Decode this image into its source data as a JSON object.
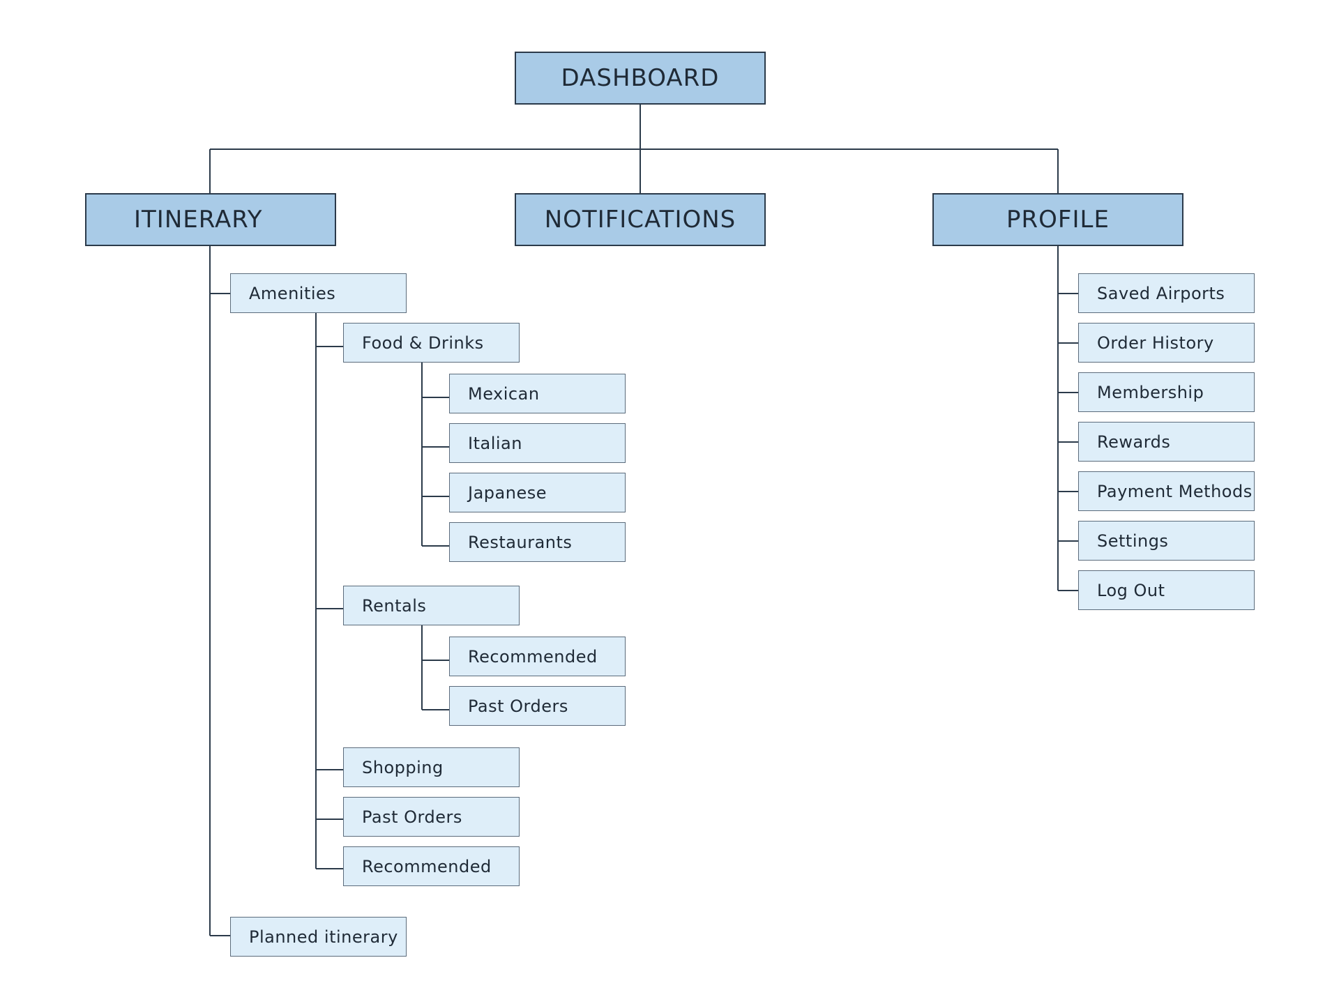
{
  "root": {
    "label": "DASHBOARD"
  },
  "sections": {
    "itinerary": {
      "label": "ITINERARY",
      "amenities": {
        "label": "Amenities",
        "food_drinks": {
          "label": "Food & Drinks",
          "items": [
            "Mexican",
            "Italian",
            "Japanese",
            "Restaurants"
          ]
        },
        "rentals": {
          "label": "Rentals",
          "items": [
            "Recommended",
            "Past Orders"
          ]
        },
        "shopping": "Shopping",
        "past_orders": "Past Orders",
        "recommended": "Recommended"
      },
      "planned_itinerary": "Planned itinerary"
    },
    "notifications": {
      "label": "NOTIFICATIONS"
    },
    "profile": {
      "label": "PROFILE",
      "items": [
        "Saved Airports",
        "Order History",
        "Membership",
        "Rewards",
        "Payment Methods",
        "Settings",
        "Log Out"
      ]
    }
  },
  "colors": {
    "main_node_fill": "#a9cbe7",
    "sub_node_fill": "#deeef9",
    "connector": "#2b3a4a"
  }
}
